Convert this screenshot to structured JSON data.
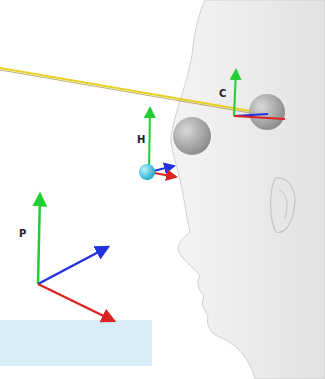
{
  "diagram": {
    "labels": [
      "C",
      "H",
      "P"
    ]
  }
}
